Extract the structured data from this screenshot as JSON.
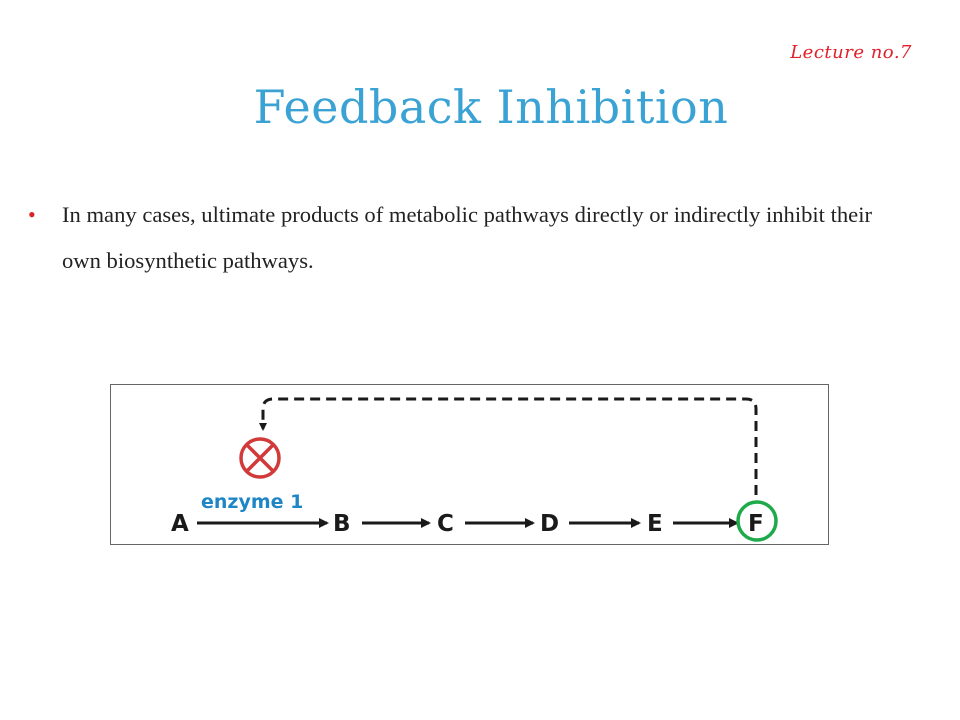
{
  "slide": {
    "lecture_tag": "Lecture no.7",
    "title": "Feedback Inhibition",
    "bullet_text": "In many cases, ultimate products of metabolic pathways directly or indirectly inhibit their own biosynthetic pathways."
  },
  "diagram": {
    "nodes": [
      "A",
      "B",
      "C",
      "D",
      "E",
      "F"
    ],
    "enzyme_label": "enzyme 1",
    "inhibition_symbol": "circle-x-icon",
    "product_highlight_node": "F",
    "colors": {
      "enzyme": "#1f86c6",
      "inhibitor": "#d23a3a",
      "product_circle": "#1eaa4a",
      "arrows": "#1a1a1a",
      "title": "#3aa3d4",
      "lecture_tag": "#e0202a",
      "bullet": "#d8232a"
    }
  }
}
